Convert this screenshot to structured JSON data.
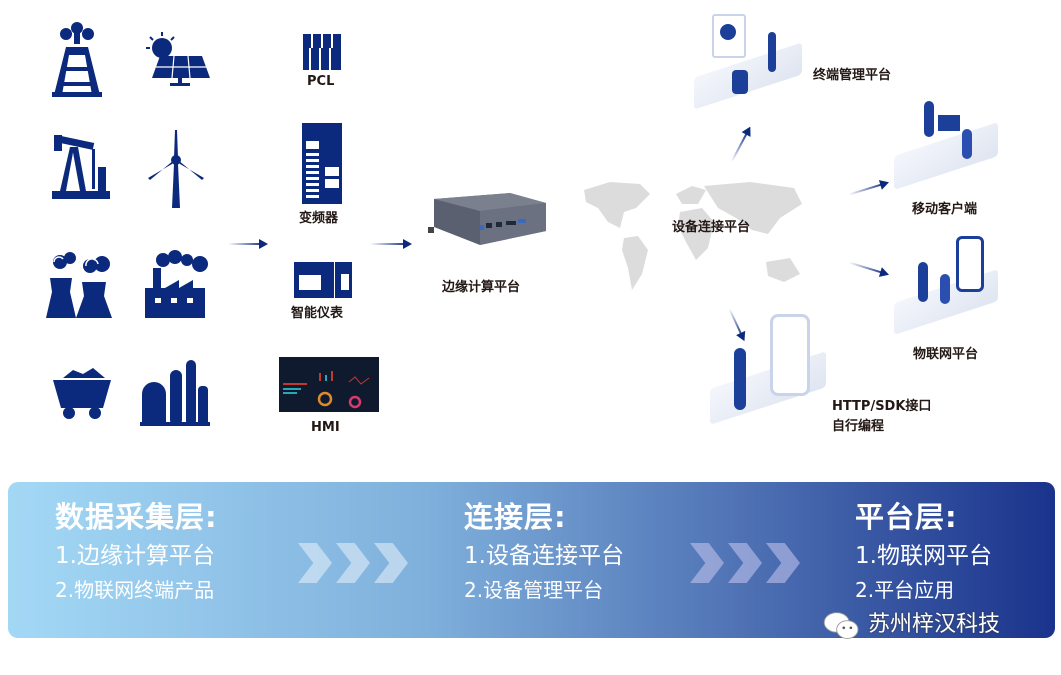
{
  "sources": {
    "icons": [
      "oil-well",
      "solar-panel",
      "oil-pump",
      "wind-turbine",
      "nuclear-cooling-tower",
      "factory",
      "coal-cart",
      "refinery"
    ]
  },
  "devices": {
    "plc": "PCL",
    "inverter": "变频器",
    "meter": "智能仪表",
    "hmi": "HMI"
  },
  "edge": {
    "label": "边缘计算平台"
  },
  "map": {
    "label": "设备连接平台"
  },
  "targets": {
    "terminal": "终端管理平台",
    "mobile": "移动客户端",
    "iot": "物联网平台",
    "api_line1": "HTTP/SDK接口",
    "api_line2": "自行编程"
  },
  "layers": [
    {
      "title": "数据采集层:",
      "items": [
        "1.边缘计算平台",
        "2.物联网终端产品"
      ]
    },
    {
      "title": "连接层:",
      "items": [
        "1.设备连接平台",
        "2.设备管理平台"
      ]
    },
    {
      "title": "平台层:",
      "items": [
        "1.物联网平台",
        "2.平台应用"
      ]
    }
  ],
  "watermark": "苏州梓汉科技",
  "colors": {
    "navy": "#0b2a7d",
    "banner_start": "#a3d8f5",
    "banner_end": "#1a338c"
  }
}
